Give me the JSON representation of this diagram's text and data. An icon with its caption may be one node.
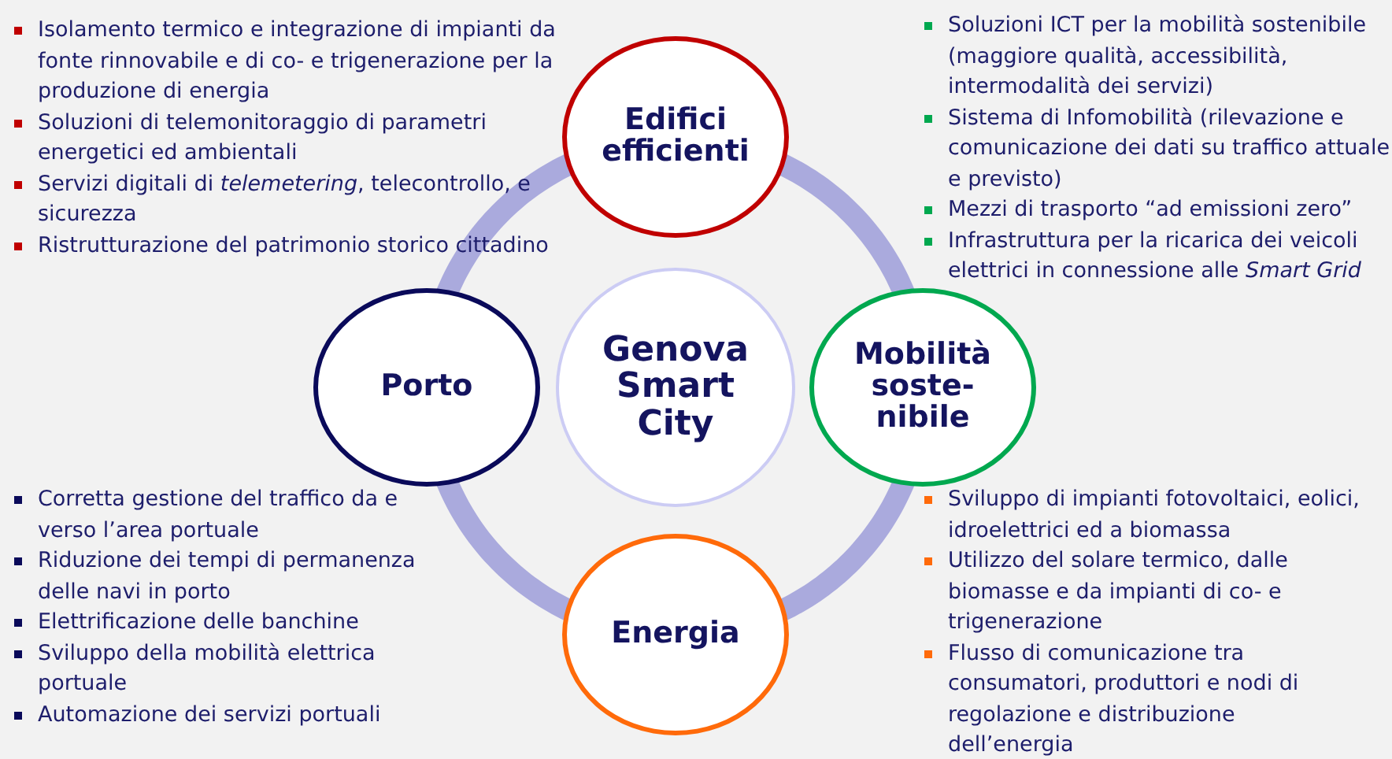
{
  "diagram": {
    "nodes": [
      {
        "text": [
          "Edifici efficienti"
        ],
        "beside": [
          "Isolamento termico e integrazione di impianti da fonte rinnovabile e di co- e trigenerazione per la produzione di energia",
          "Soluzioni di telemonitoraggio di parametri energetici ed ambientali",
          "Servizi digitali di *telemetering*, telecontrollo, e sicurezza",
          "Ristrutturazione del patrimonio storico cittadino"
        ]
      },
      {
        "text": [
          "Porto"
        ],
        "beside": [
          "Corretta gestione del traffico da e verso l’area portuale",
          "Riduzione dei tempi di permanenza delle navi in porto",
          "Elettrificazione delle banchine",
          "Sviluppo della mobilità elettrica portuale",
          "Automazione dei servizi portuali"
        ]
      },
      {
        "text": [
          "Genova Smart City"
        ]
      },
      {
        "text": [
          "Mobilità soste- nibile"
        ],
        "beside": [
          "Soluzioni ICT per la mobilità sostenibile (maggiore qualità, accessibilità, intermodalità dei servizi)",
          "Sistema di Infomobilità (rilevazione e comunicazione dei dati su traffico attuale e previsto)",
          "Mezzi di trasporto “ad emissioni zero”",
          "Infrastruttura per la ricarica dei veicoli elettrici in connessione alle *Smart Grid*"
        ]
      },
      {
        "text": [
          "Energia"
        ],
        "beside": [
          "Sviluppo di impianti fotovoltaici, eolici, idroelettrici ed a biomassa",
          "Utilizzo del solare termico, dalle biomasse e da impianti di co- e trigenerazione",
          "Flusso di comunicazione tra consumatori, produttori e nodi di regolazione e distribuzione dell’energia"
        ]
      }
    ],
    "edges": [
      {
        "from": 0,
        "to": 3,
        "arrow": "none"
      },
      {
        "from": 3,
        "to": 4,
        "arrow": "none"
      },
      {
        "from": 4,
        "to": 1,
        "arrow": "none"
      },
      {
        "from": 1,
        "to": 0,
        "arrow": "none"
      }
    ]
  }
}
